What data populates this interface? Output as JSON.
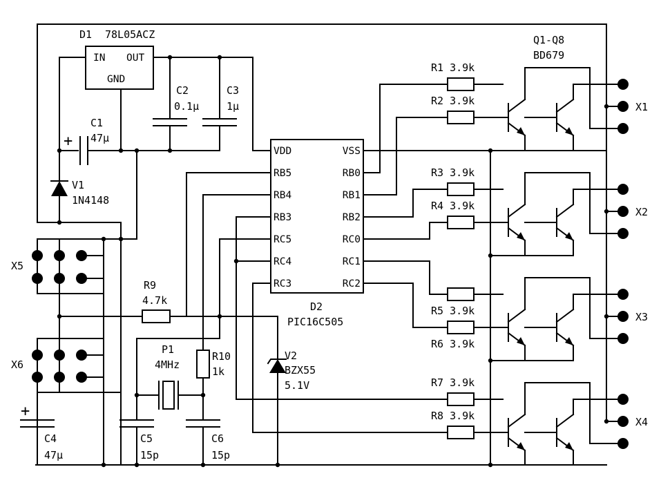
{
  "diagram": {
    "components": {
      "d1": {
        "ref": "D1",
        "value": "78L05ACZ",
        "pin_in": "IN",
        "pin_out": "OUT",
        "pin_gnd": "GND"
      },
      "c1": {
        "ref": "C1",
        "value": "47µ",
        "polarity": "+"
      },
      "c2": {
        "ref": "C2",
        "value": "0.1µ"
      },
      "c3": {
        "ref": "C3",
        "value": "1µ"
      },
      "c4": {
        "ref": "C4",
        "value": "47µ",
        "polarity": "+"
      },
      "c5": {
        "ref": "C5",
        "value": "15p"
      },
      "c6": {
        "ref": "C6",
        "value": "15p"
      },
      "v1": {
        "ref": "V1",
        "value": "1N4148"
      },
      "v2": {
        "ref": "V2",
        "value": "BZX55",
        "value2": "5.1V"
      },
      "p1": {
        "ref": "P1",
        "value": "4MHz"
      },
      "r9": {
        "ref": "R9",
        "value": "4.7k"
      },
      "r10": {
        "ref": "R10",
        "value": "1k"
      },
      "q": {
        "ref": "Q1-Q8",
        "value": "BD679"
      },
      "x5": {
        "ref": "X5"
      },
      "x6": {
        "ref": "X6"
      },
      "d2": {
        "ref": "D2",
        "value": "PIC16C505",
        "left_pins": [
          "VDD",
          "RB5",
          "RB4",
          "RB3",
          "RC5",
          "RC4",
          "RC3"
        ],
        "right_pins": [
          "VSS",
          "RB0",
          "RB1",
          "RB2",
          "RC0",
          "RC1",
          "RC2"
        ]
      },
      "resistors": [
        {
          "name": "R1 3.9k"
        },
        {
          "name": "R2 3.9k"
        },
        {
          "name": "R3 3.9k"
        },
        {
          "name": "R4 3.9k"
        },
        {
          "name": "R5 3.9k"
        },
        {
          "name": "R6 3.9k"
        },
        {
          "name": "R7 3.9k"
        },
        {
          "name": "R8 3.9k"
        }
      ],
      "connectors": [
        "X1",
        "X2",
        "X3",
        "X4"
      ]
    }
  }
}
